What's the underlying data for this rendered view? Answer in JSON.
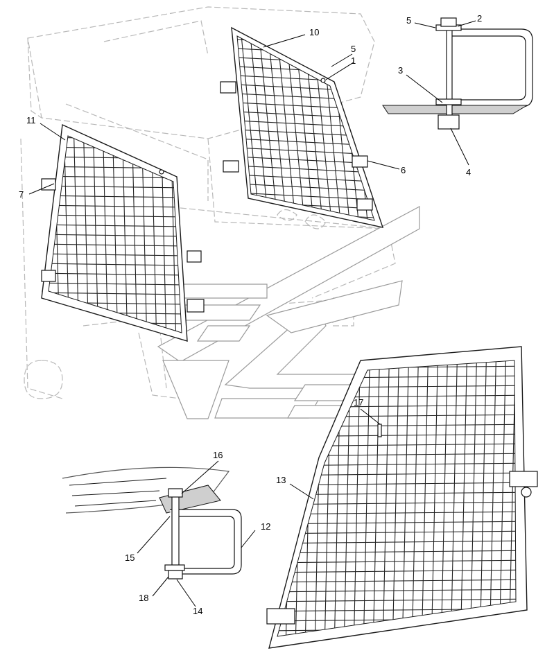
{
  "diagram": {
    "callouts": [
      {
        "id": "c10",
        "label": "10"
      },
      {
        "id": "c5a",
        "label": "5"
      },
      {
        "id": "c1",
        "label": "1"
      },
      {
        "id": "c5b",
        "label": "5"
      },
      {
        "id": "c2",
        "label": "2"
      },
      {
        "id": "c3",
        "label": "3"
      },
      {
        "id": "c4",
        "label": "4"
      },
      {
        "id": "c6",
        "label": "6"
      },
      {
        "id": "c11",
        "label": "11"
      },
      {
        "id": "c7",
        "label": "7"
      },
      {
        "id": "c17",
        "label": "17"
      },
      {
        "id": "c13",
        "label": "13"
      },
      {
        "id": "c16",
        "label": "16"
      },
      {
        "id": "c12",
        "label": "12"
      },
      {
        "id": "c15",
        "label": "15"
      },
      {
        "id": "c18",
        "label": "18"
      },
      {
        "id": "c14",
        "label": "14"
      }
    ],
    "colors": {
      "ink": "#1a1a1a",
      "ghost": "#b8b8b8",
      "watermark": "#9a9a9a",
      "background": "#ffffff"
    }
  }
}
